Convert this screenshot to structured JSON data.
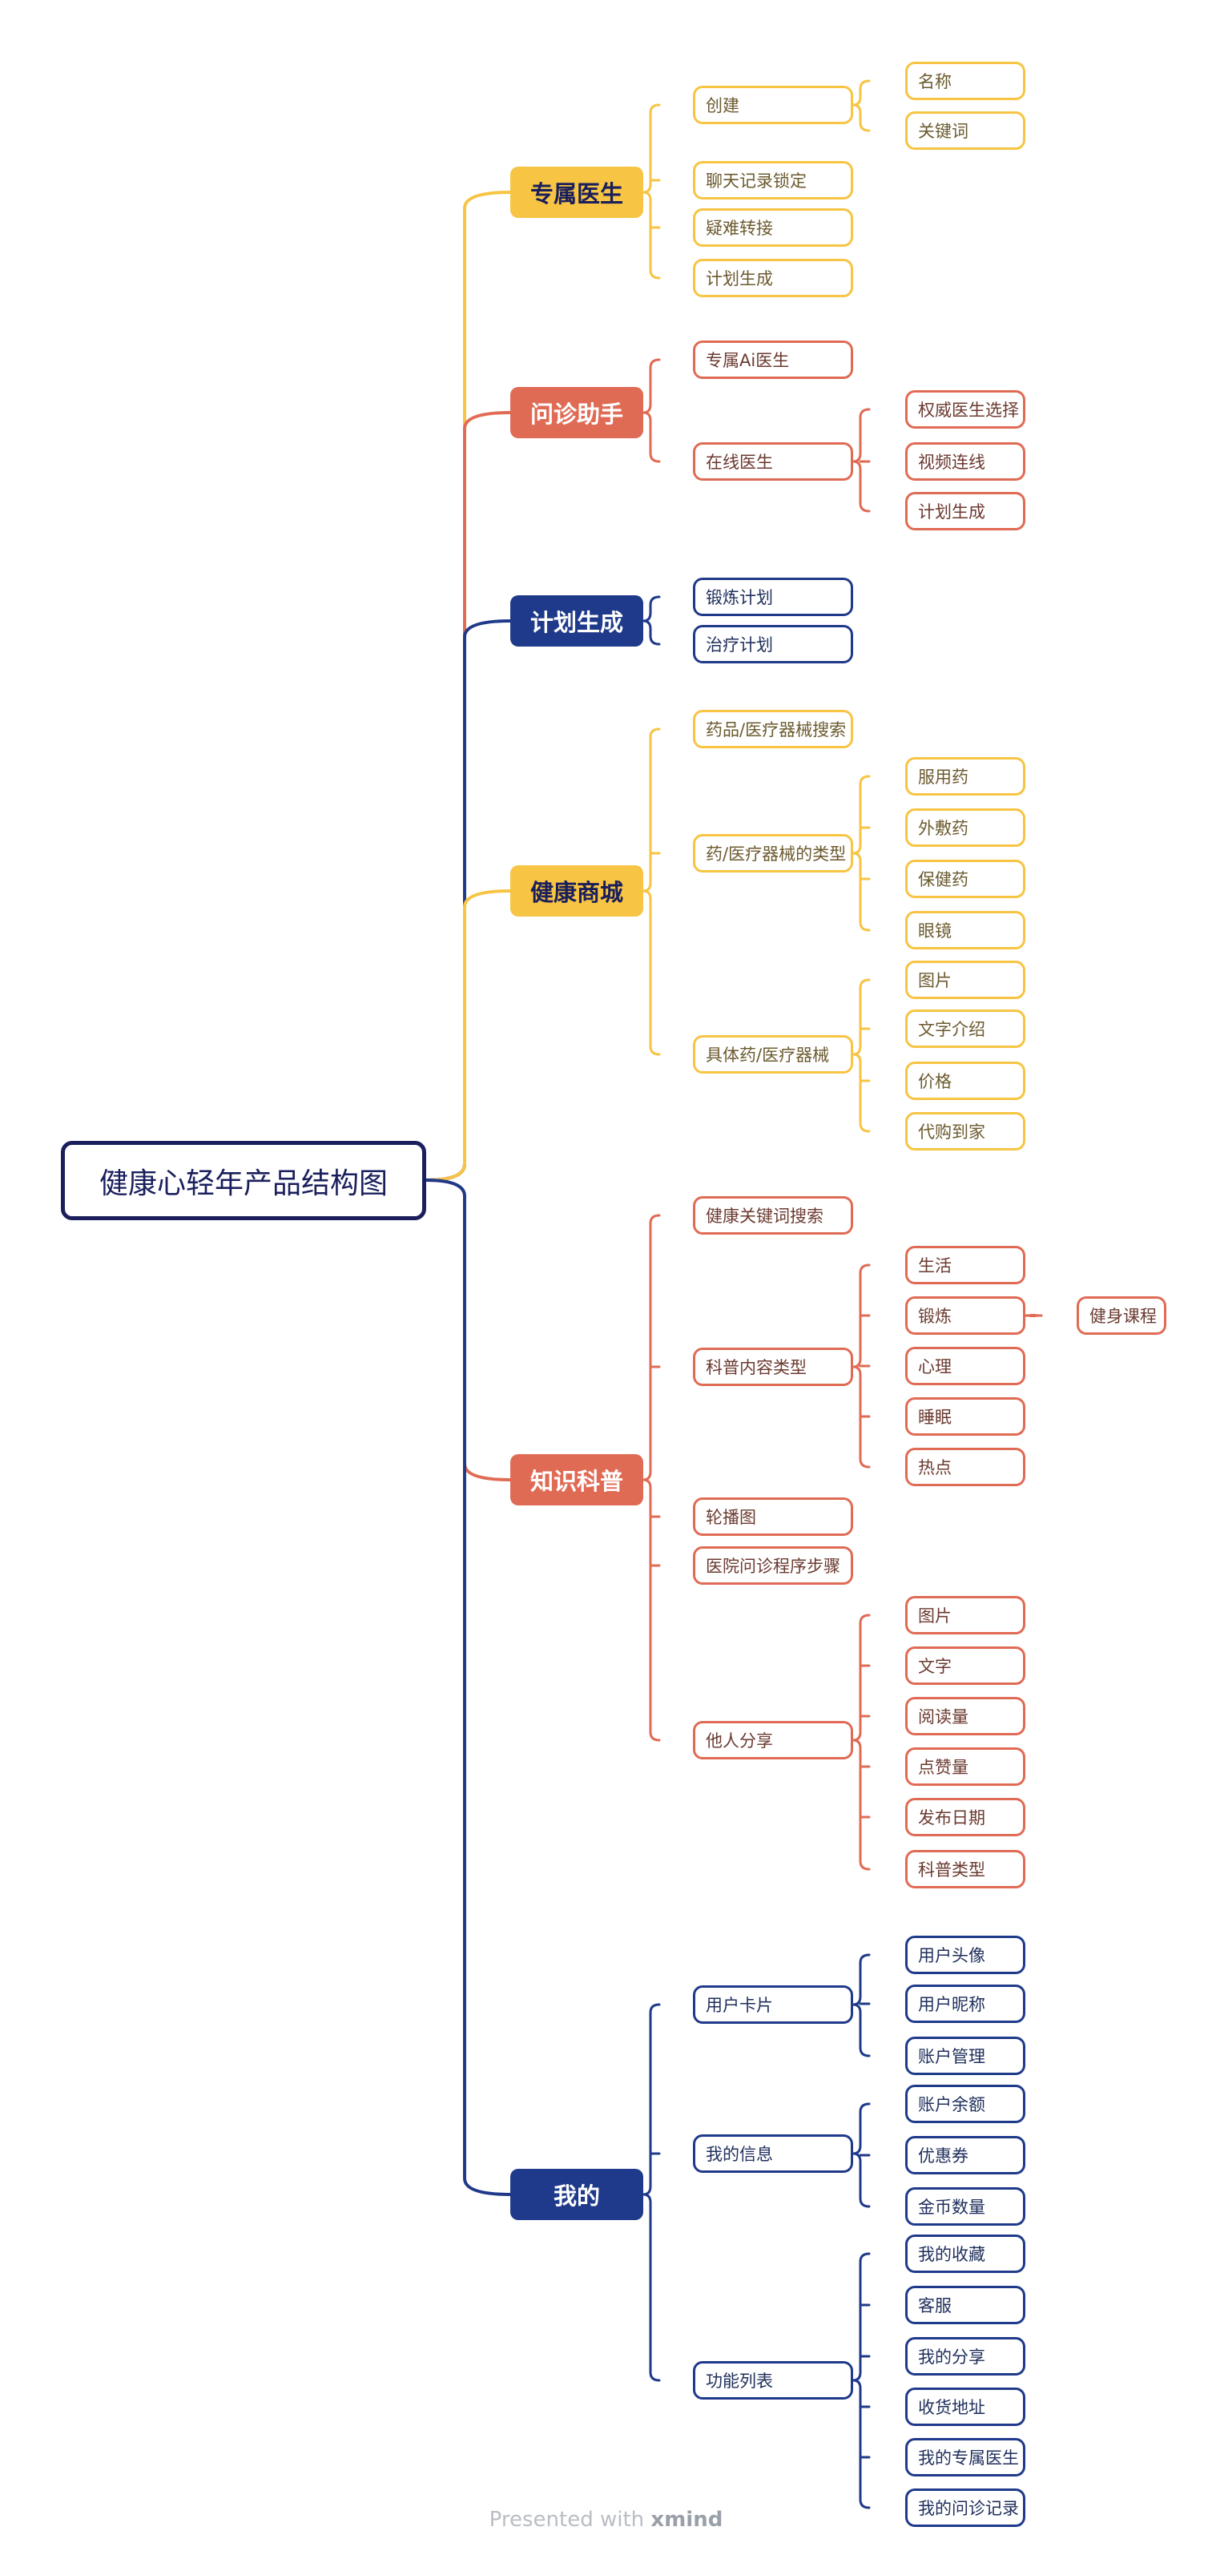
{
  "root": "健康心轻年产品结构图",
  "colors": {
    "yellow": "#f7c443",
    "red": "#e06b55",
    "navy": "#1f3a8a",
    "root": "#1a1f5c"
  },
  "sections": [
    {
      "label": "专属医生",
      "color": "#f7c443",
      "text_color": "#1a1f5c",
      "children": [
        {
          "label": "创建",
          "children": [
            "名称",
            "关键词"
          ]
        },
        {
          "label": "聊天记录锁定",
          "children": []
        },
        {
          "label": "疑难转接",
          "children": []
        },
        {
          "label": "计划生成",
          "children": []
        }
      ]
    },
    {
      "label": "问诊助手",
      "color": "#e06b55",
      "text_color": "#ffffff",
      "children": [
        {
          "label": "专属Ai医生",
          "children": []
        },
        {
          "label": "在线医生",
          "children": [
            "权威医生选择",
            "视频连线",
            "计划生成"
          ]
        }
      ]
    },
    {
      "label": "计划生成",
      "color": "#1f3a8a",
      "text_color": "#ffffff",
      "children": [
        {
          "label": "锻炼计划",
          "children": []
        },
        {
          "label": "治疗计划",
          "children": []
        }
      ]
    },
    {
      "label": "健康商城",
      "color": "#f7c443",
      "text_color": "#1a1f5c",
      "children": [
        {
          "label": "药品/医疗器械搜索",
          "children": []
        },
        {
          "label": "药/医疗器械的类型",
          "children": [
            "服用药",
            "外敷药",
            "保健药",
            "眼镜"
          ]
        },
        {
          "label": "具体药/医疗器械",
          "children": [
            "图片",
            "文字介绍",
            "价格",
            "代购到家"
          ]
        }
      ]
    },
    {
      "label": "知识科普",
      "color": "#e06b55",
      "text_color": "#ffffff",
      "children": [
        {
          "label": "健康关键词搜索",
          "children": []
        },
        {
          "label": "科普内容类型",
          "children": [
            "生活",
            "锻炼",
            "心理",
            "睡眠",
            "热点"
          ]
        },
        {
          "label": "轮播图",
          "children": []
        },
        {
          "label": "医院问诊程序步骤",
          "children": []
        },
        {
          "label": "他人分享",
          "children": [
            "图片",
            "文字",
            "阅读量",
            "点赞量",
            "发布日期",
            "科普类型"
          ]
        }
      ],
      "extra": {
        "parent": "锻炼",
        "label": "健身课程"
      }
    },
    {
      "label": "我的",
      "color": "#1f3a8a",
      "text_color": "#ffffff",
      "children": [
        {
          "label": "用户卡片",
          "children": [
            "用户头像",
            "用户昵称",
            "账户管理"
          ]
        },
        {
          "label": "我的信息",
          "children": [
            "账户余额",
            "优惠券",
            "金币数量"
          ]
        },
        {
          "label": "功能列表",
          "children": [
            "我的收藏",
            "客服",
            "我的分享",
            "收货地址",
            "我的专属医生",
            "我的问诊记录"
          ]
        }
      ]
    }
  ],
  "footer": {
    "prefix": "Presented with",
    "brand": "xmind"
  }
}
